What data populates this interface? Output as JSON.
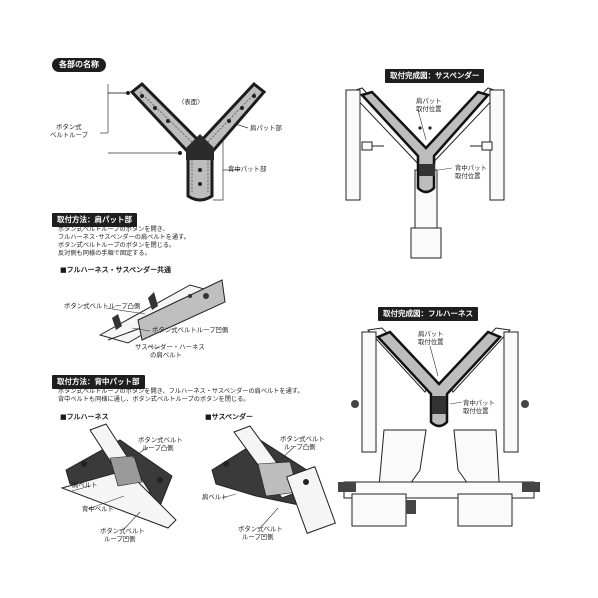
{
  "sections": {
    "names": {
      "title": "各部の名称",
      "surface": "〈表面〉",
      "button_loop": [
        "ボタン式",
        "ベルトループ"
      ],
      "shoulder_pad": "肩パット部",
      "back_pad": "背中パット部"
    },
    "completed_suspender": {
      "title": "取付完成図：サスペンダー",
      "shoulder_pos": [
        "肩パット",
        "取付位置"
      ],
      "back_pos": [
        "背中パット",
        "取付位置"
      ]
    },
    "method_shoulder": {
      "title": "取付方法：肩パット部",
      "steps": [
        "ボタン式ベルトループのボタンを開き、",
        "フルハーネス･サスペンダーの肩ベルトを通す。",
        "ボタン式ベルトループのボタンを閉じる。",
        "反対側も同様の手順で固定する。"
      ],
      "common_heading": "■フルハーネス・サスペンダー共通",
      "convex": "ボタン式ベルトループ凸側",
      "concave": "ボタン式ベルトループ凹側",
      "shoulder_belt": [
        "サスペンダー・ハーネス",
        "の肩ベルト"
      ]
    },
    "completed_harness": {
      "title": "取付完成図：フルハーネス",
      "shoulder_pos": [
        "肩パット",
        "取付位置"
      ],
      "back_pos": [
        "背中パット",
        "取付位置"
      ]
    },
    "method_back": {
      "title": "取付方法：背中パット部",
      "steps": [
        "ボタン式ベルトループのボタンを開き、フルハーネス・サスペンダーの肩ベルトを通す。",
        "背中ベルトも同様に通し、ボタン式ベルトループのボタンを閉じる。"
      ],
      "harness_heading": "■フルハーネス",
      "suspender_heading": "■サスペンダー",
      "h_convex": [
        "ボタン式ベルト",
        "ループ凸側"
      ],
      "h_shoulder_belt": "肩ベルト",
      "h_back_belt": "背中ベルト",
      "h_concave": [
        "ボタン式ベルト",
        "ループ凹側"
      ],
      "s_convex": [
        "ボタン式ベルト",
        "ループ凸側"
      ],
      "s_shoulder_belt": "肩ベルト",
      "s_concave": [
        "ボタン式ベルト",
        "ループ凹側"
      ]
    }
  },
  "colors": {
    "pad_gray": "#b9b9b9",
    "pad_dark": "#3a3a3a",
    "tag_bg": "#1e1e1e"
  }
}
